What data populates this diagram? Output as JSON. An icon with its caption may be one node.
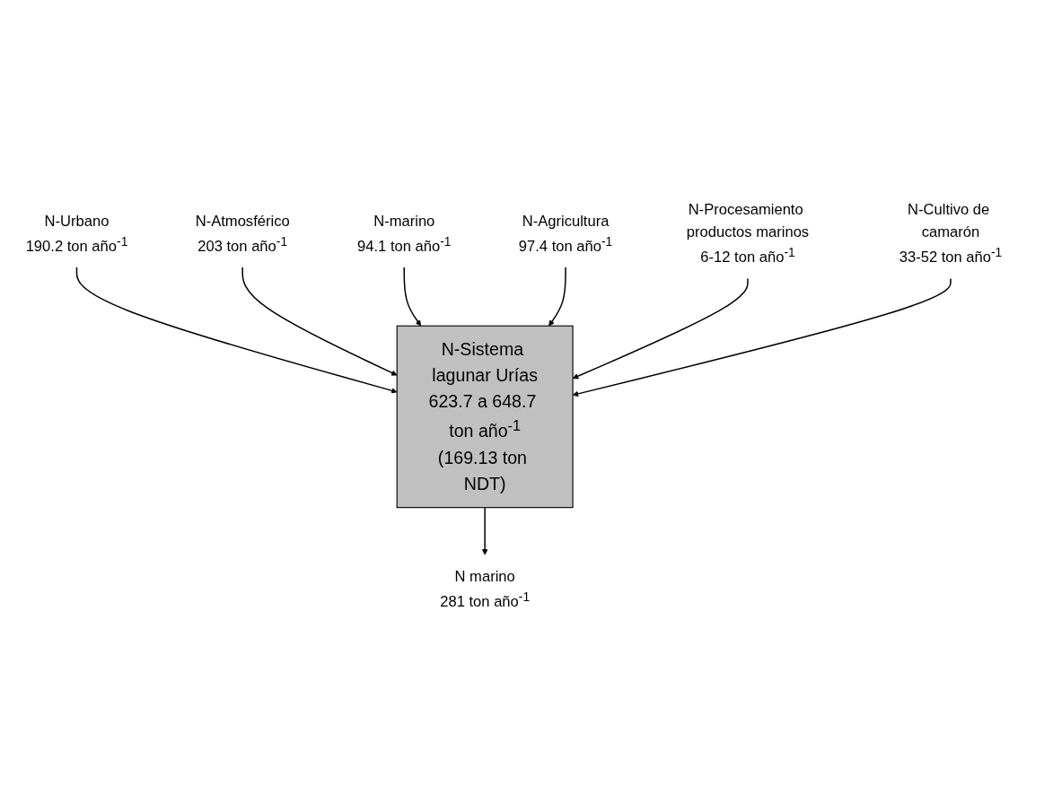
{
  "diagram": {
    "nodes": [
      {
        "text": [
          "N-Urbano",
          "190.2 ton año$^{-1}$"
        ]
      },
      {
        "text": [
          "N-Atmosférico",
          "203 ton año$^{-1}$"
        ]
      },
      {
        "text": [
          "N-marino",
          "94.1 ton año$^{-1}$"
        ]
      },
      {
        "text": [
          "N-Sistema lagunar Urías",
          "623.7 a 648.7 ton año$^{-1}$",
          "(169.13 ton NDT)"
        ]
      },
      {
        "text": [
          "N marino",
          "281 ton año$^{-1}$"
        ]
      },
      {
        "text": [
          "N-Agricultura",
          "97.4 ton año$^{-1}$"
        ]
      },
      {
        "text": [
          "N-Cultivo de camarón",
          "33-52 ton año$^{-1}$"
        ]
      },
      {
        "text": [
          "N-Procesamiento productos marinos",
          "6-12 ton año$^{-1}$"
        ]
      }
    ],
    "edges": [
      {
        "from": 0,
        "to": 3,
        "arrow": "to"
      },
      {
        "from": 1,
        "to": 3,
        "arrow": "to"
      },
      {
        "from": 2,
        "to": 3,
        "arrow": "to"
      },
      {
        "from": 3,
        "to": 4,
        "arrow": "to"
      },
      {
        "from": 5,
        "to": 3,
        "arrow": "to"
      },
      {
        "from": 7,
        "to": 3,
        "arrow": "to"
      },
      {
        "from": 6,
        "to": 3,
        "arrow": "to"
      }
    ]
  }
}
